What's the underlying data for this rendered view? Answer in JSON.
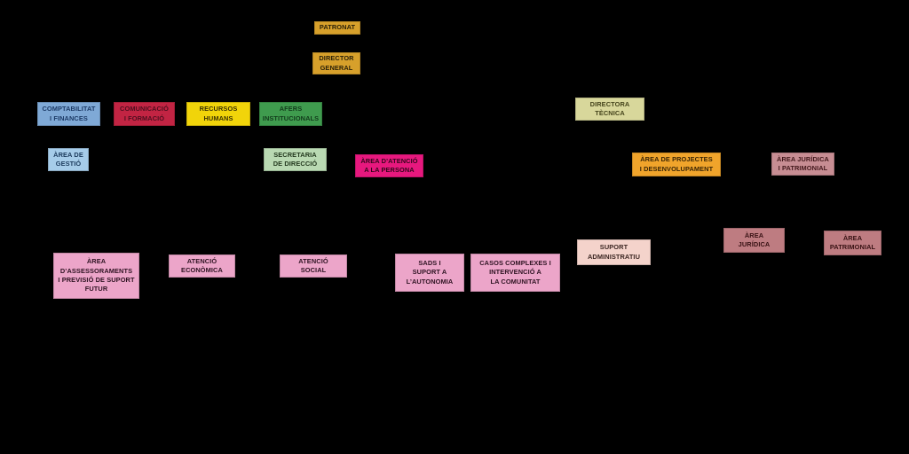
{
  "canvas": {
    "background": "#000000"
  },
  "org_chart": {
    "nodes": {
      "patronat": {
        "label": "PATRONAT",
        "bg": "#D7A02B",
        "fg": "#2A2008"
      },
      "director_general": {
        "label": [
          "DIRECTOR",
          "GENERAL"
        ],
        "bg": "#D7A02B",
        "fg": "#2A2008"
      },
      "comptabilitat_finances": {
        "label": [
          "COMPTABILITAT",
          "I FINANCES"
        ],
        "bg": "#7FA9D6",
        "fg": "#1C3A66"
      },
      "comunicacio_formacio": {
        "label": [
          "COMUNICACIÓ",
          "I FORMACIÓ"
        ],
        "bg": "#C22443",
        "fg": "#4E0E1E"
      },
      "recursos_humans": {
        "label": [
          "RECURSOS",
          "HUMANS"
        ],
        "bg": "#F1D40A",
        "fg": "#393103"
      },
      "afers_institucionals": {
        "label": [
          "AFERS",
          "INSTITUCIONALS"
        ],
        "bg": "#3F9B4E",
        "fg": "#123B1B"
      },
      "directora_tecnica": {
        "label": [
          "DIRECTORA",
          "TÈCNICA"
        ],
        "bg": "#D8D79B",
        "fg": "#45441C"
      },
      "area_gestio": {
        "label": [
          "ÀREA DE",
          "GESTIÓ"
        ],
        "bg": "#A6CCE9",
        "fg": "#1B3A5C"
      },
      "secretaria_direccio": {
        "label": [
          "SECRETARIA",
          "DE DIRECCIÓ"
        ],
        "bg": "#B9D9B2",
        "fg": "#23391E"
      },
      "area_atencio_persona": {
        "label": [
          "ÀREA D’ATENCIÓ",
          "A LA PERSONA"
        ],
        "bg": "#E7187E",
        "fg": "#33071B"
      },
      "area_projectes_desenvolupament": {
        "label": [
          "ÀREA DE PROJECTES",
          "I DESENVOLUPAMENT"
        ],
        "bg": "#F0A42B",
        "fg": "#3A2505"
      },
      "area_juridica_patrimonial": {
        "label": [
          "ÀREA JURÍDICA",
          "I PATRIMONIAL"
        ],
        "bg": "#C78D93",
        "fg": "#42181B"
      },
      "suport_administratiu": {
        "label": [
          "SUPORT",
          "ADMINISTRATIU"
        ],
        "bg": "#F4D3CB",
        "fg": "#3C2723"
      },
      "area_juridica": {
        "label": [
          "ÀREA",
          "JURÍDICA"
        ],
        "bg": "#BE7C81",
        "fg": "#381214"
      },
      "area_patrimonial": {
        "label": [
          "ÀREA",
          "PATRIMONIAL"
        ],
        "bg": "#BE7C81",
        "fg": "#381214"
      },
      "area_assessoraments": {
        "label": [
          "ÀREA",
          "D’ASSESSORAMENTS",
          "I PREVISIÓ DE SUPORT",
          "FUTUR"
        ],
        "bg": "#ECA5C9",
        "fg": "#2E1322"
      },
      "atencio_economica": {
        "label": [
          "ATENCIÓ",
          "ECONÒMICA"
        ],
        "bg": "#ECA5C9",
        "fg": "#2E1322"
      },
      "atencio_social": {
        "label": [
          "ATENCIÓ",
          "SOCIAL"
        ],
        "bg": "#ECA5C9",
        "fg": "#2E1322"
      },
      "sads_suport_autonomia": {
        "label": [
          "SADS I",
          "SUPORT A",
          "L’AUTONOMIA"
        ],
        "bg": "#ECA5C9",
        "fg": "#2E1322"
      },
      "casos_complexes": {
        "label": [
          "CASOS COMPLEXES I",
          "INTERVENCIÓ A",
          "LA COMUNITAT"
        ],
        "bg": "#ECA5C9",
        "fg": "#2E1322"
      }
    }
  }
}
